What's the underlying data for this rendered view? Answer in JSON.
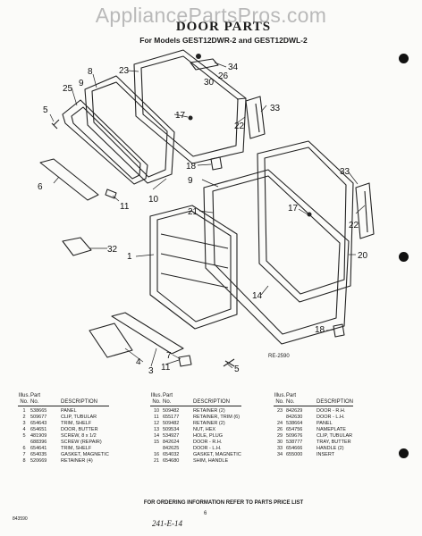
{
  "watermark": "AppliancePartsPros.com",
  "title": "DOOR PARTS",
  "subtitle": "For Models GEST12DWR-2 and GEST12DWL-2",
  "ref_code": "RE-2590",
  "callouts": [
    "23",
    "34",
    "8",
    "26",
    "30",
    "9",
    "25",
    "5",
    "17",
    "22",
    "33",
    "6",
    "11",
    "10",
    "18",
    "9",
    "33",
    "21",
    "17",
    "22",
    "32",
    "1",
    "20",
    "14",
    "18",
    "4",
    "3",
    "11",
    "7",
    "5"
  ],
  "table_headers": {
    "illus": "Illus.",
    "part": "Part",
    "no": "No.",
    "description": "DESCRIPTION"
  },
  "parts_columns": [
    [
      {
        "n": "1",
        "part": "538665",
        "desc": "PANEL"
      },
      {
        "n": "2",
        "part": "509677",
        "desc": "CLIP, TUBULAR"
      },
      {
        "n": "3",
        "part": "654643",
        "desc": "TRIM, SHELF"
      },
      {
        "n": "4",
        "part": "654651",
        "desc": "DOOR, BUTTER"
      },
      {
        "n": "5",
        "part": "481909",
        "desc": "SCREW, 8 x 1/2"
      },
      {
        "n": "",
        "part": "688396",
        "desc": "SCREW (REPAIR)"
      },
      {
        "n": "6",
        "part": "654641",
        "desc": "TRIM, SHELF"
      },
      {
        "n": "7",
        "part": "654035",
        "desc": "GASKET, MAGNETIC"
      },
      {
        "n": "8",
        "part": "520669",
        "desc": "RETAINER (4)"
      }
    ],
    [
      {
        "n": "10",
        "part": "509482",
        "desc": "RETAINER (2)"
      },
      {
        "n": "11",
        "part": "655177",
        "desc": "RETAINER, TRIM (6)"
      },
      {
        "n": "12",
        "part": "509482",
        "desc": "RETAINER (2)"
      },
      {
        "n": "13",
        "part": "509534",
        "desc": "NUT, HEX"
      },
      {
        "n": "14",
        "part": "534927",
        "desc": "HOLE, PLUG"
      },
      {
        "n": "15",
        "part": "842624",
        "desc": "DOOR - R.H."
      },
      {
        "n": "",
        "part": "842625",
        "desc": "DOOR - L.H."
      },
      {
        "n": "16",
        "part": "654032",
        "desc": "GASKET, MAGNETIC"
      },
      {
        "n": "21",
        "part": "654680",
        "desc": "SHIM, HANDLE"
      }
    ],
    [
      {
        "n": "23",
        "part": "842629",
        "desc": "DOOR - R.H."
      },
      {
        "n": "",
        "part": "842630",
        "desc": "DOOR - L.H."
      },
      {
        "n": "24",
        "part": "538664",
        "desc": "PANEL"
      },
      {
        "n": "26",
        "part": "654756",
        "desc": "NAMEPLATE"
      },
      {
        "n": "29",
        "part": "509676",
        "desc": "CLIP, TUBULAR"
      },
      {
        "n": "30",
        "part": "538777",
        "desc": "TRAY, BUTTER"
      },
      {
        "n": "33",
        "part": "654666",
        "desc": "HANDLE (2)"
      },
      {
        "n": "34",
        "part": "655000",
        "desc": "INSERT"
      }
    ]
  ],
  "footer": "FOR ORDERING INFORMATION REFER TO PARTS PRICE LIST",
  "page_number": "6",
  "handwritten": "241-E-14",
  "doc_code": "843590"
}
